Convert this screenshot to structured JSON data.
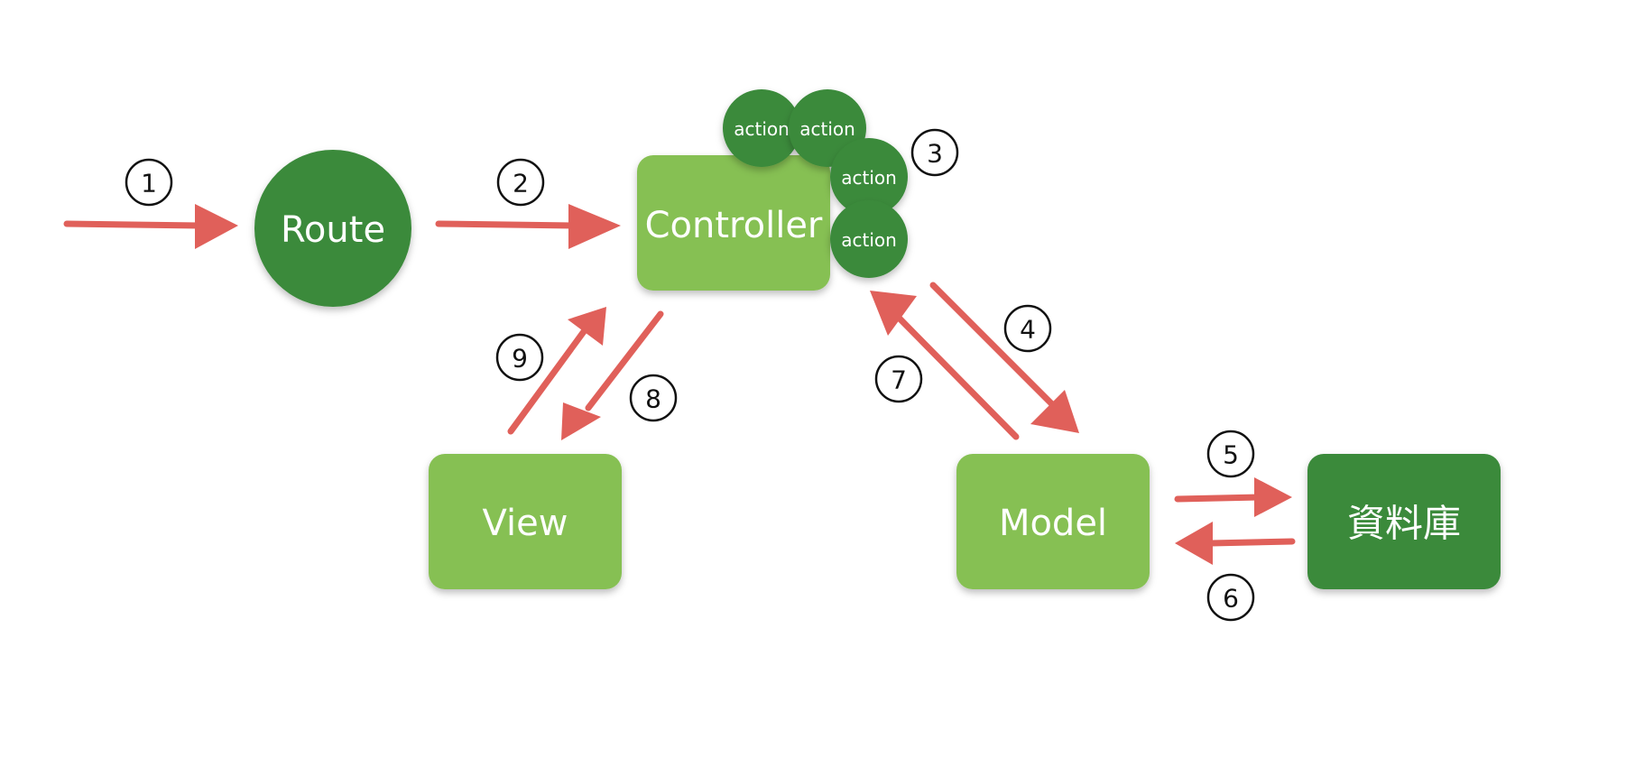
{
  "colors": {
    "dark_green": "#3a8a3a",
    "light_green": "#86c053",
    "arrow_red": "#e0605a",
    "ink": "#111111"
  },
  "nodes": {
    "route": "Route",
    "controller": "Controller",
    "view": "View",
    "model": "Model",
    "database": "資料庫"
  },
  "actions": [
    "action",
    "action",
    "action",
    "action"
  ],
  "steps": [
    "1",
    "2",
    "3",
    "4",
    "5",
    "6",
    "7",
    "8",
    "9"
  ]
}
